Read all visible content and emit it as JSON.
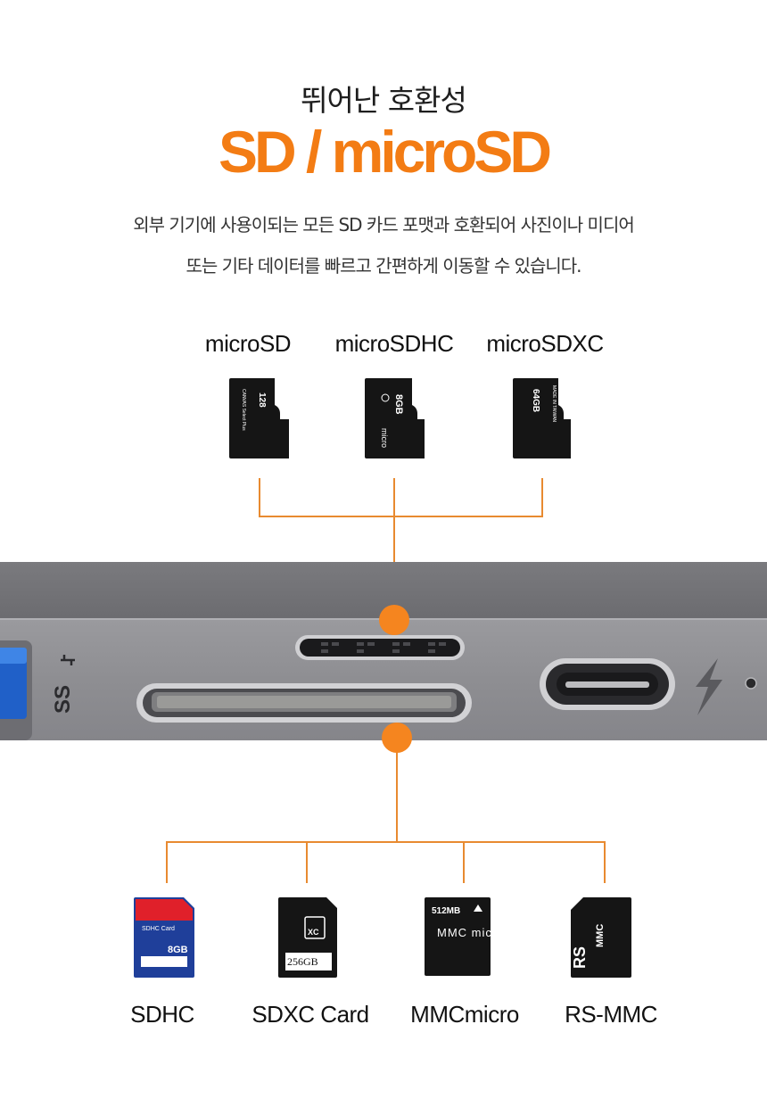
{
  "heading": {
    "subtitle": "뛰어난 호환성",
    "title": "SD / microSD",
    "description_line1": "외부 기기에 사용이되는 모든 SD 카드 포맷과 호환되어 사진이나 미디어",
    "description_line2": "또는 기타 데이터를 빠르고 간편하게 이동할 수 있습니다."
  },
  "colors": {
    "accent": "#f5851f",
    "title_color": "#f37c14",
    "line_color": "#e88a30",
    "hub_body": "#8a8a8d",
    "card_black": "#151515",
    "sdhc_blue": "#1f3f9a",
    "sdhc_red": "#e0202a"
  },
  "micro_cards": [
    {
      "label": "microSD",
      "print_line1": "128",
      "print_line2": "CANVAS Select Plus"
    },
    {
      "label": "microSDHC",
      "print_line1": "8GB",
      "print_line2": "micro"
    },
    {
      "label": "microSDXC",
      "print_line1": "64GB",
      "print_line2": "MADE IN TAIWAN"
    }
  ],
  "full_cards": [
    {
      "label": "SDHC",
      "print_line1": "SDHC Card",
      "print_line2": "8GB"
    },
    {
      "label": "SDXC Card",
      "print_line1": "256GB",
      "print_line2": "XC"
    },
    {
      "label": "MMCmicro",
      "print_line1": "512MB",
      "print_line2": "MMC micro"
    },
    {
      "label": "RS-MMC",
      "print_line1": "RS",
      "print_line2": "MMC"
    }
  ],
  "hub": {
    "usb_logo": "SS",
    "ports": [
      "usb-a-port",
      "microsd-slot",
      "sd-slot",
      "usb-c-port"
    ],
    "icons": [
      "usb-ss-icon",
      "lightning-bolt-icon",
      "status-led-icon"
    ]
  }
}
